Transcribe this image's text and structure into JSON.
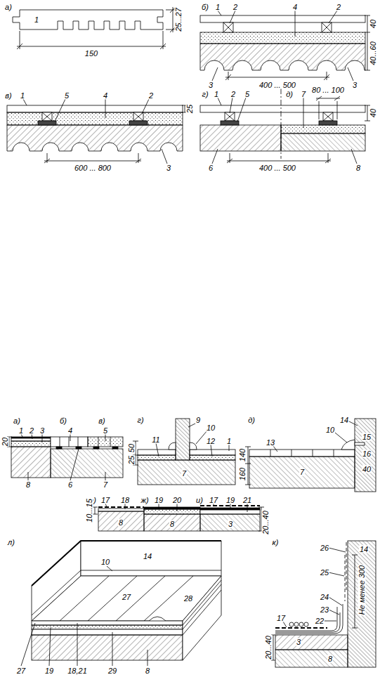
{
  "diagram": {
    "labels": [
      "а)",
      "1",
      "150",
      "25...27",
      "б)",
      "1",
      "2",
      "4",
      "2",
      "40",
      "40...60",
      "400 ... 500",
      "3",
      "3",
      "в)",
      "1",
      "5",
      "4",
      "2",
      "25",
      "600 ... 800",
      "3",
      "г)",
      "1",
      "2",
      "5",
      "40",
      "д)",
      "80 ... 100",
      "7",
      "400 ... 500",
      "6",
      "8",
      "а)",
      "б)",
      "в)",
      "20",
      "1",
      "2",
      "3",
      "4",
      "5",
      "6",
      "8",
      "7",
      "г)",
      "9",
      "10",
      "50",
      "25",
      "11",
      "12",
      "1",
      "7",
      "д)",
      "14",
      "10",
      "15",
      "16",
      "13",
      "140",
      "160",
      "40",
      "7",
      "е)",
      "17",
      "18",
      "ж)",
      "19",
      "20",
      "и)",
      "17",
      "19",
      "21",
      "10...15",
      "8",
      "8",
      "3",
      "20...40",
      "л)",
      "14",
      "10",
      "27",
      "28",
      "18,21",
      "19",
      "27",
      "29",
      "8",
      "к)",
      "26",
      "14",
      "25",
      "24",
      "23",
      "22",
      "Не менее 300",
      "17",
      "20...40",
      "3",
      "8"
    ]
  }
}
